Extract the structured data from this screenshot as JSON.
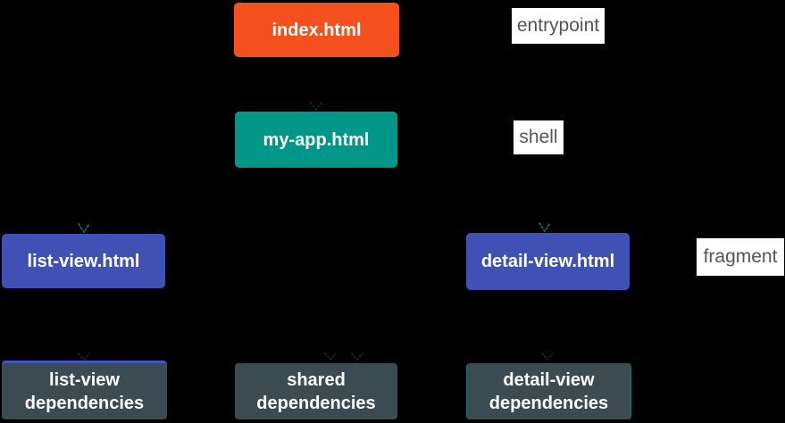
{
  "diagram": {
    "background": "#000000",
    "nodes": [
      {
        "id": "index-html",
        "label": "index.html",
        "color": "#F4511E",
        "text_color": "#FFFFFF"
      },
      {
        "id": "my-app-html",
        "label": "my-app.html",
        "color": "#009688",
        "text_color": "#FFFFFF"
      },
      {
        "id": "list-view-html",
        "label": "list-view.html",
        "color": "#3F51B5",
        "text_color": "#FFFFFF"
      },
      {
        "id": "detail-view-html",
        "label": "detail-view.html",
        "color": "#3F51B5",
        "text_color": "#FFFFFF"
      },
      {
        "id": "list-view-dependencies",
        "label": "list-view dependencies",
        "color": "#3C4A52",
        "accent_top": "#4353C0",
        "text_color": "#FFFFFF"
      },
      {
        "id": "shared-dependencies",
        "label": "shared dependencies",
        "color": "#3C4A52",
        "text_color": "#FFFFFF"
      },
      {
        "id": "detail-view-dependencies",
        "label": "detail-view dependencies",
        "color": "#3C4A52",
        "text_color": "#FFFFFF"
      }
    ],
    "annotations": [
      {
        "id": "entrypoint",
        "label": "entrypoint",
        "background": "#FFFFFF",
        "text_color": "#555555"
      },
      {
        "id": "shell",
        "label": "shell",
        "background": "#FFFFFF",
        "text_color": "#555555"
      },
      {
        "id": "fragment",
        "label": "fragment",
        "background": "#FFFFFF",
        "text_color": "#555555"
      }
    ],
    "edges": [
      {
        "from": "index-html",
        "to": "my-app-html"
      },
      {
        "from": "my-app-html",
        "to": "list-view-html"
      },
      {
        "from": "my-app-html",
        "to": "detail-view-html"
      },
      {
        "from": "list-view-html",
        "to": "list-view-dependencies"
      },
      {
        "from": "list-view-html",
        "to": "shared-dependencies"
      },
      {
        "from": "detail-view-html",
        "to": "shared-dependencies"
      },
      {
        "from": "detail-view-html",
        "to": "detail-view-dependencies"
      }
    ],
    "edge_color": "#000000",
    "arrowhead_glint_color": "#23968A"
  }
}
